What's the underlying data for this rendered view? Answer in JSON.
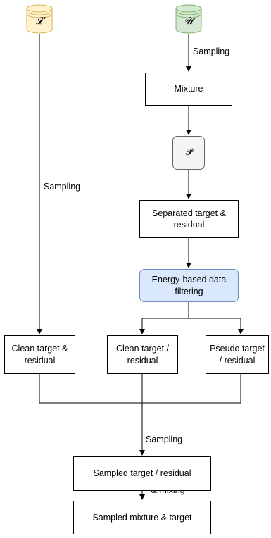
{
  "sources": {
    "labeled": {
      "symbol": "𝓛",
      "fill": "#fff2cc",
      "stroke": "#d6b656"
    },
    "unlabeled": {
      "symbol": "𝓤",
      "fill": "#d5e8d4",
      "stroke": "#82b366"
    }
  },
  "nodes": {
    "mixture": "Mixture",
    "separator": "𝓟",
    "separated": "Separated target & residual",
    "filter": "Energy-based data filtering",
    "clean_left": "Clean target & residual",
    "clean_mid": "Clean target / residual",
    "pseudo": "Pseudo target / residual",
    "sampled": "Sampled target / residual",
    "final": "Sampled mixture & target"
  },
  "edge_labels": {
    "sampling_top": "Sampling",
    "sampling_left": "Sampling",
    "sampling_bottom": "Sampling",
    "augmentation": "Augmentation\n& mixing"
  },
  "colors": {
    "filter_fill": "#dae8fc",
    "filter_stroke": "#6c8ebf",
    "separator_fill": "#f5f5f5"
  }
}
